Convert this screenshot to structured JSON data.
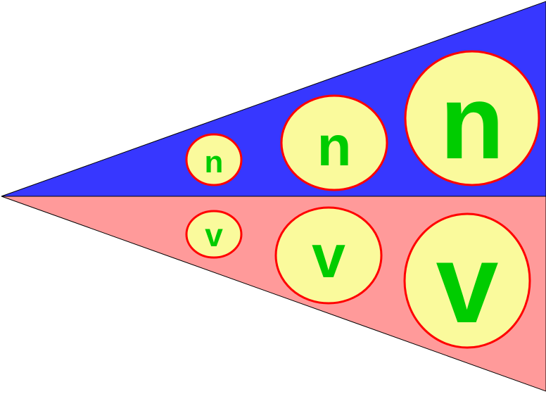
{
  "colors": {
    "background": "#ffffff",
    "upper_wedge_fill": "#3737ff",
    "lower_wedge_fill": "#ff9a9a",
    "wedge_stroke": "#000000",
    "circle_fill": "#fafa9c",
    "circle_stroke": "#ff0000",
    "letter_color": "#00cc00"
  },
  "upper_wedge": {
    "circles": [
      {
        "letter": "n"
      },
      {
        "letter": "n"
      },
      {
        "letter": "n"
      }
    ]
  },
  "lower_wedge": {
    "circles": [
      {
        "letter": "v"
      },
      {
        "letter": "v"
      },
      {
        "letter": "v"
      }
    ]
  }
}
